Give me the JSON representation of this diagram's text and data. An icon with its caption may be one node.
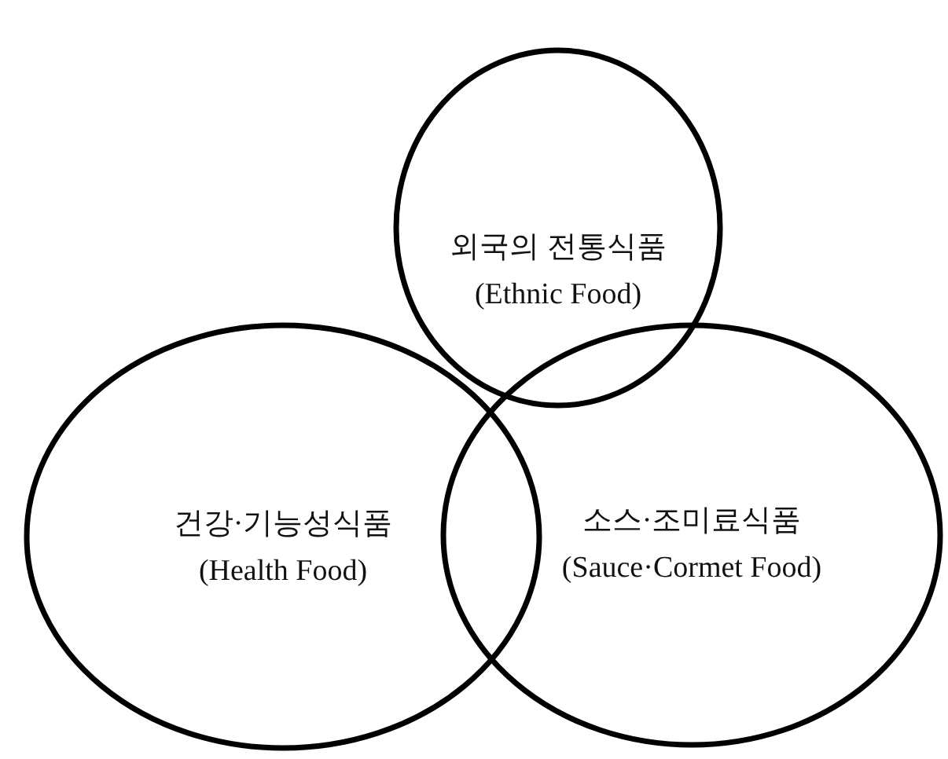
{
  "diagram": {
    "nodes": [
      {
        "text": [
          "외국의 전통식품",
          "(Ethnic Food)"
        ]
      },
      {
        "text": [
          "건강·기능성식품",
          "(Health Food)"
        ]
      },
      {
        "text": [
          "소스·조미료식품",
          "(Sauce·Cormet Food)"
        ]
      }
    ],
    "edges": []
  }
}
